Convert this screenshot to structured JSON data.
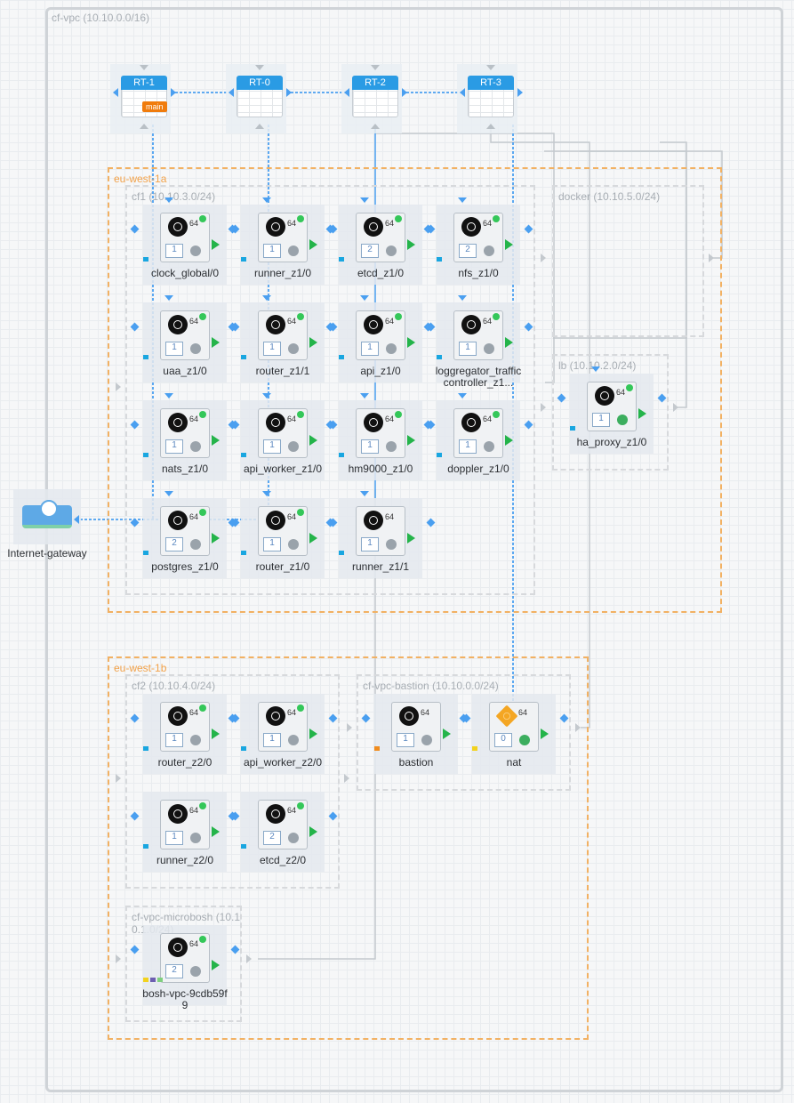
{
  "vpc": {
    "label": "cf-vpc (10.10.0.0/16)"
  },
  "internet_gateway": {
    "name": "Internet-gateway"
  },
  "route_tables": [
    {
      "name": "RT-1",
      "tag": "main"
    },
    {
      "name": "RT-0"
    },
    {
      "name": "RT-2"
    },
    {
      "name": "RT-3"
    }
  ],
  "zones": {
    "a": {
      "label": "eu-west-1a"
    },
    "b": {
      "label": "eu-west-1b"
    }
  },
  "subnets": {
    "cf1": "cf1 (10.10.3.0/24)",
    "docker": "docker (10.10.5.0/24)",
    "lb": "lb (10.10.2.0/24)",
    "cf2": "cf2 (10.10.4.0/24)",
    "bastion": "cf-vpc-bastion (10.10.0.0/24)",
    "microbosh": "cf-vpc-microbosh (10.10.1.0/24)"
  },
  "instances": [
    {
      "name": "clock_global/0",
      "disk": "1",
      "arch": "64"
    },
    {
      "name": "runner_z1/0",
      "disk": "1",
      "arch": "64"
    },
    {
      "name": "etcd_z1/0",
      "disk": "2",
      "arch": "64"
    },
    {
      "name": "nfs_z1/0",
      "disk": "2",
      "arch": "64"
    },
    {
      "name": "uaa_z1/0",
      "disk": "1",
      "arch": "64"
    },
    {
      "name": "router_z1/1",
      "disk": "1",
      "arch": "64"
    },
    {
      "name": "api_z1/0",
      "disk": "1",
      "arch": "64"
    },
    {
      "name": "loggregator_trafficcontroller_z1...",
      "disk": "1",
      "arch": "64"
    },
    {
      "name": "nats_z1/0",
      "disk": "1",
      "arch": "64"
    },
    {
      "name": "api_worker_z1/0",
      "disk": "1",
      "arch": "64"
    },
    {
      "name": "hm9000_z1/0",
      "disk": "1",
      "arch": "64"
    },
    {
      "name": "doppler_z1/0",
      "disk": "1",
      "arch": "64"
    },
    {
      "name": "postgres_z1/0",
      "disk": "2",
      "arch": "64"
    },
    {
      "name": "router_z1/0",
      "disk": "1",
      "arch": "64"
    },
    {
      "name": "runner_z1/1",
      "disk": "1",
      "arch": "64"
    },
    {
      "name": "ha_proxy_z1/0",
      "disk": "1",
      "arch": "64"
    },
    {
      "name": "router_z2/0",
      "disk": "1",
      "arch": "64"
    },
    {
      "name": "api_worker_z2/0",
      "disk": "1",
      "arch": "64"
    },
    {
      "name": "runner_z2/0",
      "disk": "1",
      "arch": "64"
    },
    {
      "name": "etcd_z2/0",
      "disk": "2",
      "arch": "64"
    },
    {
      "name": "bastion",
      "disk": "1",
      "arch": "64"
    },
    {
      "name": "nat",
      "disk": "0",
      "arch": "64"
    },
    {
      "name": "bosh-vpc-9cdb59f9",
      "disk": "2",
      "arch": "64"
    }
  ],
  "colors": {
    "accent": "#2a9be4",
    "zone_border": "#f2b163",
    "running": "#34c759",
    "start_arrow": "#24b44a",
    "route_tag": "#f07c0d"
  }
}
